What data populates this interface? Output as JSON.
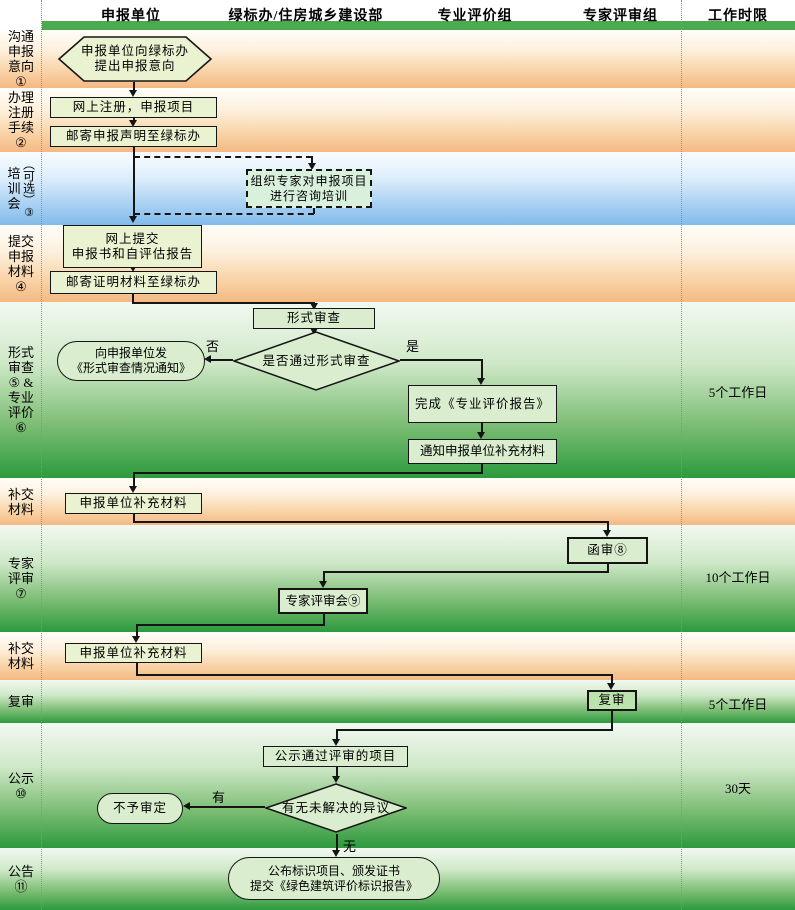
{
  "header": {
    "columns": [
      "申报单位",
      "绿标办/住房城乡建设部",
      "专业评价组",
      "专家评审组",
      "工作时限"
    ]
  },
  "sidebar": {
    "rows": [
      {
        "label": "沟通\n申报\n意向\n①"
      },
      {
        "label": "办理\n注册\n手续\n②"
      },
      {
        "label_main": "培\n训\n会",
        "label_opt": "（可选）",
        "label_num": "③"
      },
      {
        "label": "提交\n申报\n材料\n④"
      },
      {
        "label": "形式\n审查\n⑤ &\n专业\n评价\n⑥"
      },
      {
        "label": "补交\n材料"
      },
      {
        "label": "专家\n评审\n⑦"
      },
      {
        "label": "补交\n材料"
      },
      {
        "label": "复审"
      },
      {
        "label": "公示\n⑩"
      },
      {
        "label": "公告\n⑪"
      }
    ]
  },
  "nodes": {
    "intent": {
      "text": "申报单位向绿标办\n提出申报意向"
    },
    "register": {
      "text": "网上注册，申报项目"
    },
    "mail_declaration": {
      "text": "邮寄申报声明至绿标办"
    },
    "training": {
      "text": "组织专家对申报项目\n进行咨询培训"
    },
    "submit_online": {
      "text": "网上提交\n申报书和自评估报告"
    },
    "mail_evidence": {
      "text": "邮寄证明材料至绿标办"
    },
    "formal_review": {
      "text": "形式审查"
    },
    "formal_decision": {
      "text": "是否通过形式审查"
    },
    "formal_notice": {
      "text": "向申报单位发\n《形式审查情况通知》"
    },
    "complete_report": {
      "text": "完成《专业评价报告》"
    },
    "notify_supplement": {
      "text": "通知申报单位补充材料"
    },
    "supplement_1": {
      "text": "申报单位补充材料"
    },
    "letter_review": {
      "text": "函审⑧"
    },
    "expert_meeting": {
      "text": "专家评审会⑨"
    },
    "supplement_2": {
      "text": "申报单位补充材料"
    },
    "re_review": {
      "text": "复审"
    },
    "publicity": {
      "text": "公示通过评审的项目"
    },
    "objection_decision": {
      "text": "有无未解决的异议"
    },
    "reject": {
      "text": "不予审定"
    },
    "announce": {
      "text": "公布标识项目、颁发证书\n提交《绿色建筑评价标识报告》"
    }
  },
  "edge_labels": {
    "no": "否",
    "yes": "是",
    "has_objection": "有",
    "no_objection": "无"
  },
  "timeline": [
    {
      "text": "5个工作日"
    },
    {
      "text": "10个工作日"
    },
    {
      "text": "5个工作日"
    },
    {
      "text": "30天"
    }
  ],
  "colors": {
    "header_bar": "#4caa50",
    "row_orange_deep": "#f4b983",
    "row_blue_deep": "#82bbeb",
    "row_green_deep": "#2c9a3e",
    "node_fill_yellow_green": "#eaf3d1",
    "node_fill_green": "#daeecf",
    "line": "#151515"
  }
}
